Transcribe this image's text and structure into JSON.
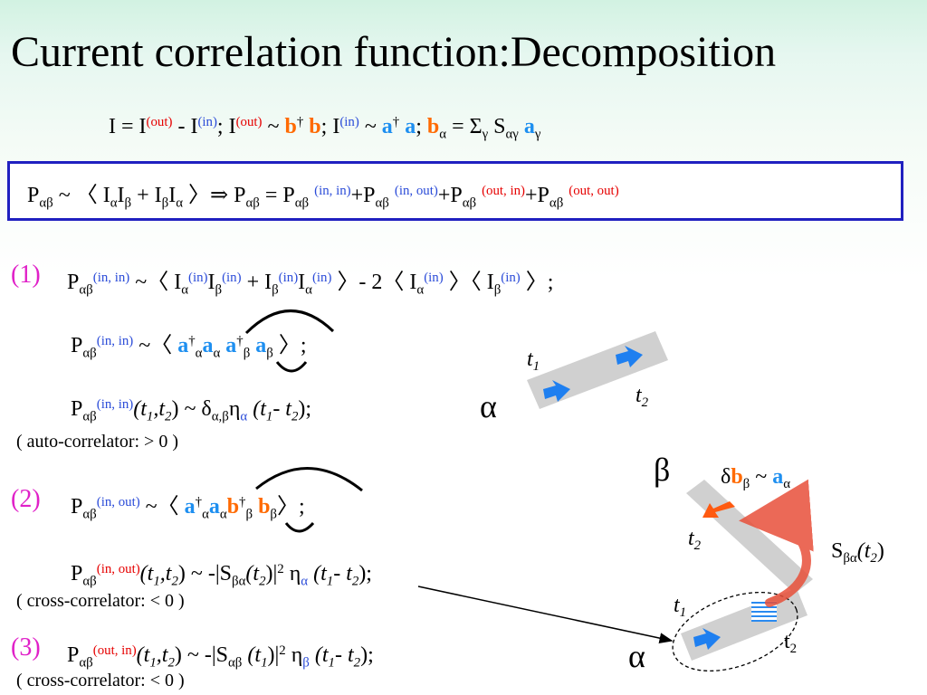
{
  "title": "Current correlation function:Decomposition",
  "line1": {
    "a": "I = I",
    "out": "(out)",
    "b": " - I",
    "in": "(in)",
    "c": ";    I",
    "d": " ~ ",
    "bdag": "b",
    "dag": "†",
    "bb": "b",
    "e": ";   I",
    "f": " ~ ",
    "adag": "a",
    "aa": "a",
    "g": ";   ",
    "balpha": "b",
    "alpha": "α",
    "h": "  =  Σ",
    "gamma": "γ",
    "S": " S",
    "agamma": "αγ",
    "agam": "a"
  },
  "box": {
    "P": "P",
    "ab": "αβ",
    "tilde": " ~ 〈 I",
    "Ia": "α",
    "Ib": "I",
    "sub_b": "β",
    "plus": " + I",
    "sub_b2": "β",
    "I3": "I",
    "sub_a2": "α",
    "close": " 〉⇒ P",
    "eqP": " = P",
    "in_in": "(in, in)",
    "plusP": "+P",
    "in_out": "(in, out)",
    "out_in": "(out, in)",
    "out_out": "(out, out)"
  },
  "sec1": {
    "label": "(1)",
    "line_a": {
      "P": "P",
      "ab": "αβ",
      "sup": "(in, in)",
      "rest1": " ~〈 I",
      "a1": "α",
      "in": "(in)",
      "I2": "I",
      "b1": "β",
      "plus": " + I",
      "b2": "β",
      "I4": "I",
      "a2": "α",
      "rest2": " 〉- 2〈 I",
      "a3": "α",
      "rest3": " 〉〈 I",
      "b3": "β",
      "rest4": " 〉;"
    },
    "line_b": {
      "P": "P",
      "ab": "αβ",
      "sup": "(in, in)",
      "tilde": "  ~〈 ",
      "a": "a",
      "dag": "†",
      "alpha": "α",
      "beta": "β",
      "close": " 〉;"
    },
    "line_c": {
      "P": "P",
      "ab": "αβ",
      "sup": "(in, in)",
      "args": "(t",
      "one": "1",
      "comma": ",t",
      "two": "2",
      "rest": ") ~ δ",
      "ab2": "α,β",
      "eta": "η",
      "alpha": "α",
      "paren": " (t",
      "minus": "- t",
      "end": ");"
    },
    "note": "( auto-correlator: > 0 )"
  },
  "sec2": {
    "label": "(2)",
    "line_a": {
      "P": "P",
      "ab": "αβ",
      "sup": "(in, out)",
      "tilde": "  ~〈 ",
      "a": "a",
      "dag": "†",
      "alpha": "α",
      "b": "b",
      "beta": "β",
      "close": "〉;"
    },
    "line_b": {
      "P": "P",
      "ab": "αβ",
      "sup": "(in, out)",
      "args": "(t",
      "one": "1",
      "comma": ",t",
      "two": "2",
      "rest": ") ~ -|S",
      "ba": "βα",
      "paren": "(t",
      "sq": "2",
      "eta": " η",
      "alpha": "α",
      "p2": " (t",
      "minus": "- t",
      "end": ");"
    },
    "note": "( cross-correlator: < 0 )"
  },
  "sec3": {
    "label": "(3)",
    "line_a": {
      "P": "P",
      "ab": "αβ",
      "sup": "(out, in)",
      "args": "(t",
      "one": "1",
      "comma": ",t",
      "two": "2",
      "rest": ") ~ -|S",
      "ab2": "αβ",
      "paren": " (t",
      "sq": "2",
      "eta": " η",
      "beta": "β",
      "p2": " (t",
      "minus": "- t",
      "end": ");"
    },
    "note": "( cross-correlator: < 0 )"
  },
  "diagram": {
    "t1": "t",
    "one": "1",
    "t2": "t",
    "two": "2",
    "alpha": "α",
    "beta": "β",
    "db": "δ",
    "b": "b",
    "bsub": "β",
    "tilde": " ~ ",
    "a": "a",
    "asub": "α",
    "S": "S",
    "Ssub": "βα",
    "Sarg": "(t",
    "Sarg2": "2",
    "Send": ")",
    "t1b": "t",
    "t1b_one": "1",
    "t2b": "t",
    "t2b_two": "2",
    "t2c": "t",
    "t2c_two": "2",
    "alpha2": "α"
  },
  "colors": {
    "accent_blue": "#1e8ff0",
    "accent_red": "#e60000",
    "accent_orange": "#ff6a00",
    "label_magenta": "#e020c8",
    "box_border": "#2020c0"
  }
}
